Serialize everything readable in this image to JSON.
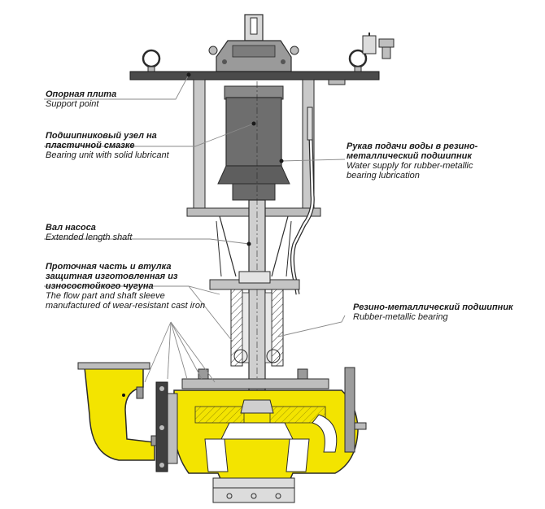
{
  "labels": {
    "support": {
      "ru": "Опорная плита",
      "en": "Support point"
    },
    "bearing_unit": {
      "ru": "Подшипниковый узел на\nпластичной смазке",
      "en": "Bearing unit with solid lubricant"
    },
    "water_supply": {
      "ru": "Рукав подачи воды в резино-\nметаллический подшипник",
      "en": "Water supply for rubber-metallic\nbearing lubrication"
    },
    "shaft": {
      "ru": "Вал насоса",
      "en": "Extended length shaft"
    },
    "flow_part": {
      "ru": "Проточная часть и втулка\nзащитная изготовленная из\nизносостойкого чугуна",
      "en": "The flow part and shaft sleeve\nmanufactured of wear-resistant cast iron"
    },
    "rubber_bearing": {
      "ru": "Резино-металлический подшипник",
      "en": "Rubber-metallic bearing"
    }
  },
  "colors": {
    "casing_yellow": "#f3e400",
    "motor_gray": "#6e6e6e",
    "steel_gray": "#c9c9c9",
    "dark_line": "#2b2b2b",
    "leader_gray": "#8a8a8a"
  },
  "icons": [
    "lifting-eye-icon",
    "valve-icon",
    "bolt-icon"
  ]
}
